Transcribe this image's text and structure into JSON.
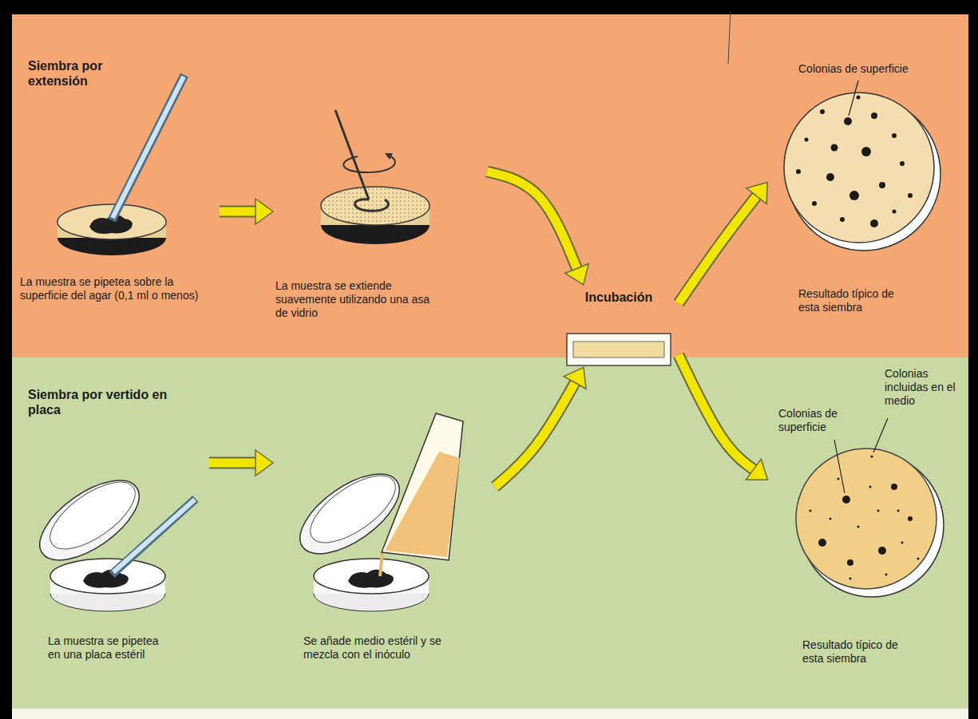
{
  "diagram": {
    "nodes": [
      {
        "text": [
          "Siembra por extensión"
        ]
      },
      {
        "text": [
          "La muestra se pipetea sobre la superficie del agar (0,1 ml o menos)"
        ],
        "in": 0
      },
      {
        "text": [
          "La muestra se extiende suavemente utilizando una asa de vidrio"
        ],
        "in": 0
      },
      {
        "text": [
          "Incubación"
        ]
      },
      {
        "text": [
          "Colonias de superficie",
          "Resultado típico de esta siembra"
        ],
        "in": 0
      },
      {
        "text": [
          "Siembra por vertido en placa"
        ]
      },
      {
        "text": [
          "La muestra se pipetea en una placa estéril"
        ],
        "in": 5
      },
      {
        "text": [
          "Se añade medio estéril y se mezcla con el inóculo"
        ],
        "in": 5
      },
      {
        "text": [
          "Colonias de superficie",
          "Colonias incluidas en el medio",
          "Resultado típico de esta siembra"
        ],
        "in": 5
      }
    ],
    "edges": [
      {
        "from": 1,
        "to": 2,
        "arrow": "to"
      },
      {
        "from": 2,
        "to": 3,
        "arrow": "to"
      },
      {
        "from": 3,
        "to": 4,
        "arrow": "to"
      },
      {
        "from": 6,
        "to": 7,
        "arrow": "to"
      },
      {
        "from": 7,
        "to": 3,
        "arrow": "to"
      },
      {
        "from": 3,
        "to": 8,
        "arrow": "to"
      }
    ]
  }
}
